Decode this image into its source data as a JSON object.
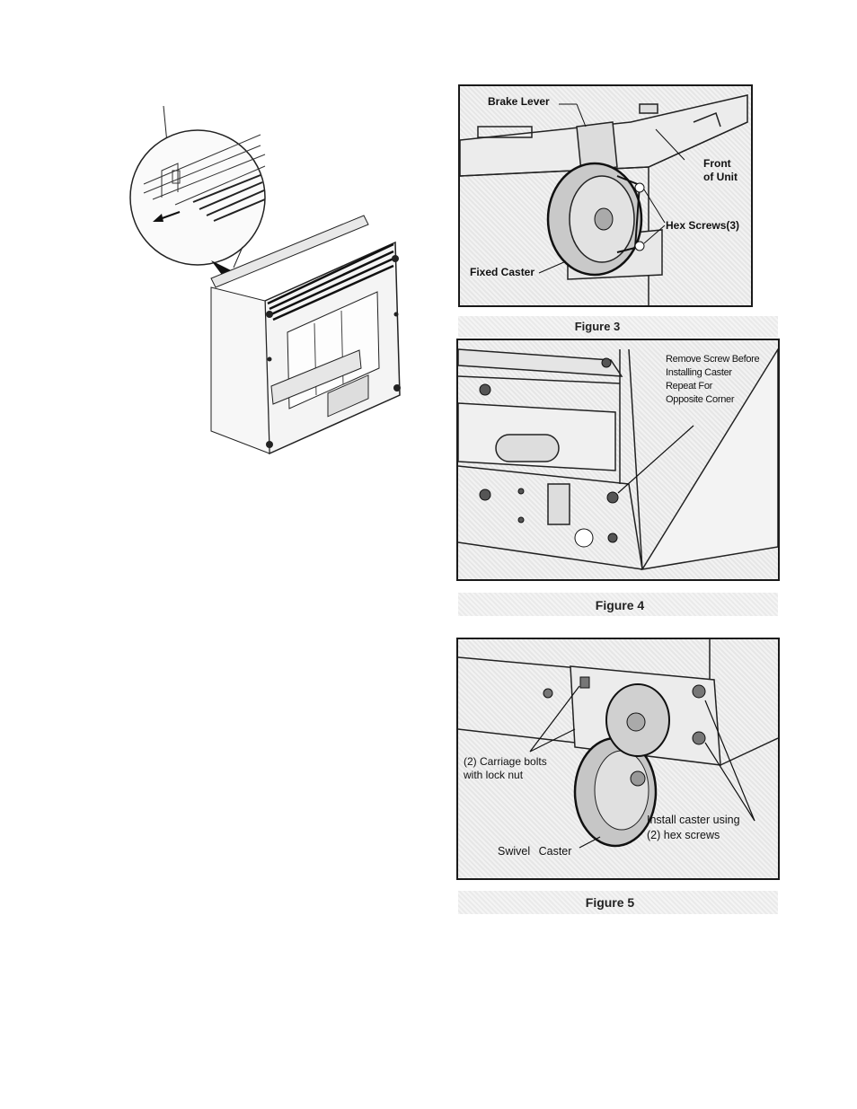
{
  "figure3": {
    "caption": "Figure 3",
    "labels": {
      "brake_lever": "Brake Lever",
      "front_of_unit_line1": "Front",
      "front_of_unit_line2": "of Unit",
      "hex_screws": "Hex Screws(3)",
      "fixed_caster": "Fixed Caster"
    }
  },
  "figure4": {
    "caption": "Figure 4",
    "note_lines": [
      "Remove Screw Before",
      "Installing Caster",
      "Repeat For",
      "Opposite Corner"
    ]
  },
  "figure5": {
    "caption": "Figure 5",
    "labels": {
      "carriage_bolts_line1": "(2) Carriage bolts",
      "carriage_bolts_line2": "with lock nut",
      "install_caster_line1": "Install caster using",
      "install_caster_line2": "(2) hex screws",
      "swivel_caster": "Swivel Caster"
    }
  },
  "colors": {
    "line": "#1a1a1a",
    "panel": "#f0f0f0"
  }
}
